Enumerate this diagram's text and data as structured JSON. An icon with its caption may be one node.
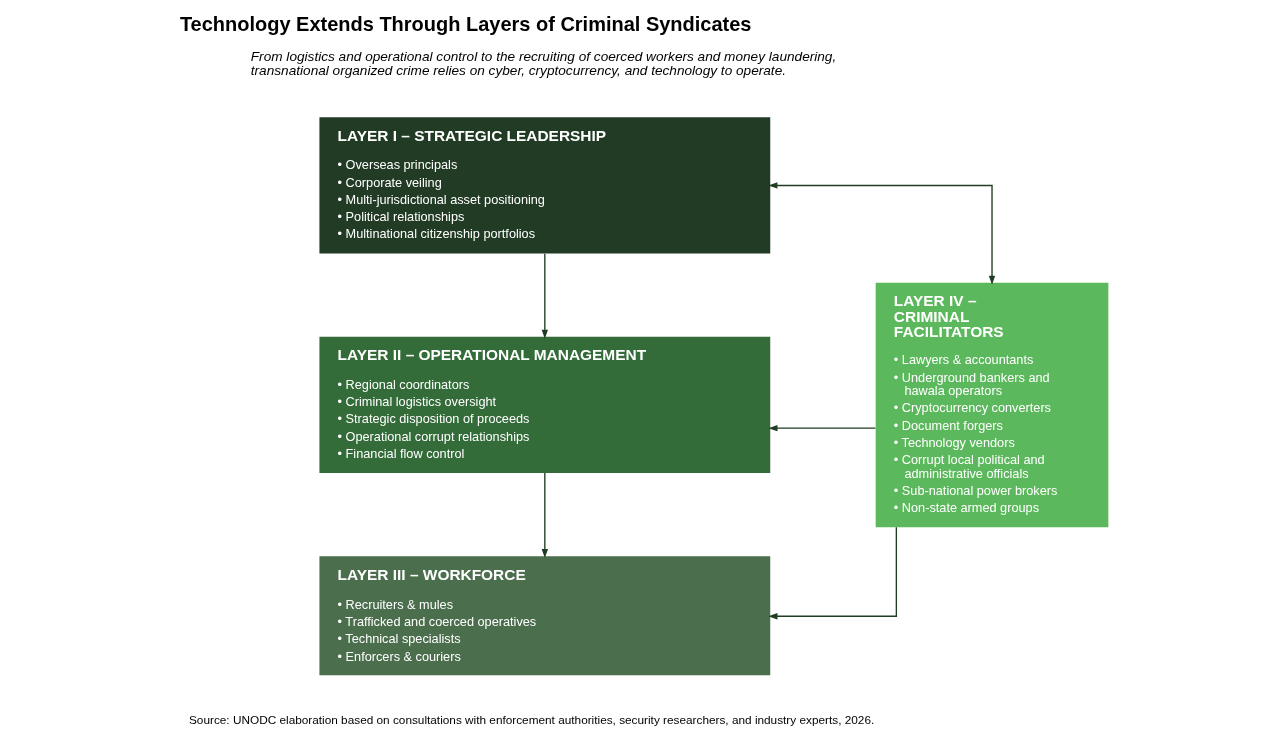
{
  "diagram": {
    "title": "Technology Extends Through Layers of Criminal Syndicates",
    "caption": "Source: UNODC elaboration based on consultations with enforcement authorities, security researchers, and industry experts, 2026.",
    "nodes": [
      {
        "text": [
          "LAYER I – STRATEGIC LEADERSHIP",
          "• Overseas principals",
          "• Corporate veiling",
          "• Multi-jurisdictional asset positioning",
          "• Political relationships",
          "• Multinational citizenship portfolios"
        ]
      },
      {
        "text": [
          "LAYER II – OPERATIONAL MANAGEMENT",
          "• Regional coordinators",
          "• Criminal logistics oversight",
          "• Strategic disposition of proceeds",
          "• Operational corrupt relationships",
          "• Financial flow control"
        ]
      },
      {
        "text": [
          "LAYER III – WORKFORCE",
          "• Recruiters & mules",
          "• Trafficked and coerced operatives",
          "• Technical specialists",
          "• Enforcers & couriers"
        ]
      },
      {
        "text": [
          "LAYER IV – CRIMINAL FACILITATORS",
          "• Lawyers & accountants",
          "• Underground bankers and hawala operators",
          "• Cryptocurrency converters",
          "• Document forgers",
          "• Technology vendors",
          "• Corrupt local political and administrative officials",
          "• Sub-national power brokers",
          "• Non-state armed groups"
        ]
      }
    ],
    "edges": [
      {
        "from": 0,
        "to": 1,
        "arrow": "to"
      },
      {
        "from": 1,
        "to": 2,
        "arrow": "to"
      },
      {
        "from": 3,
        "to": 0,
        "arrow": "both"
      },
      {
        "from": 3,
        "to": 1,
        "arrow": "to"
      },
      {
        "from": 3,
        "to": 2,
        "arrow": "to"
      }
    ],
    "labels": [
      "From logistics and operational control to the recruiting of coerced workers and money laundering, transnational organized crime relies on cyber, cryptocurrency, and technology to operate."
    ]
  }
}
